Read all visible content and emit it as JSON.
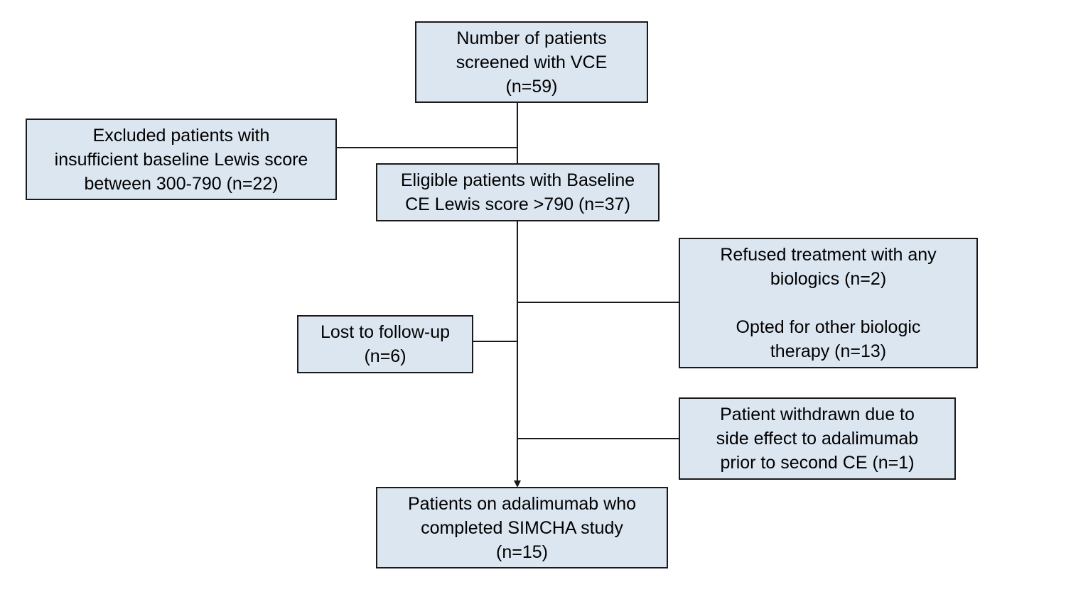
{
  "boxes": {
    "screened": {
      "lines": [
        "Number of patients",
        "screened with VCE",
        "(n=59)"
      ]
    },
    "excluded": {
      "lines": [
        "Excluded patients with",
        "insufficient baseline Lewis score",
        "between 300-790 (n=22)"
      ]
    },
    "eligible": {
      "lines": [
        "Eligible patients with Baseline",
        "CE Lewis score >790 (n=37)"
      ]
    },
    "refused": {
      "group1": [
        "Refused treatment with any",
        "biologics (n=2)"
      ],
      "group2": [
        "Opted for other biologic",
        "therapy (n=13)"
      ]
    },
    "lost": {
      "lines": [
        "Lost to follow-up",
        "(n=6)"
      ]
    },
    "withdrawn": {
      "lines": [
        "Patient withdrawn due to",
        "side effect to adalimumab",
        "prior to second CE (n=1)"
      ]
    },
    "completed": {
      "lines": [
        "Patients on adalimumab who",
        "completed SIMCHA study",
        "(n=15)"
      ]
    }
  },
  "colors": {
    "box_fill": "#dce6f1",
    "box_border": "#1a1a1a",
    "line": "#1a1a1a"
  }
}
